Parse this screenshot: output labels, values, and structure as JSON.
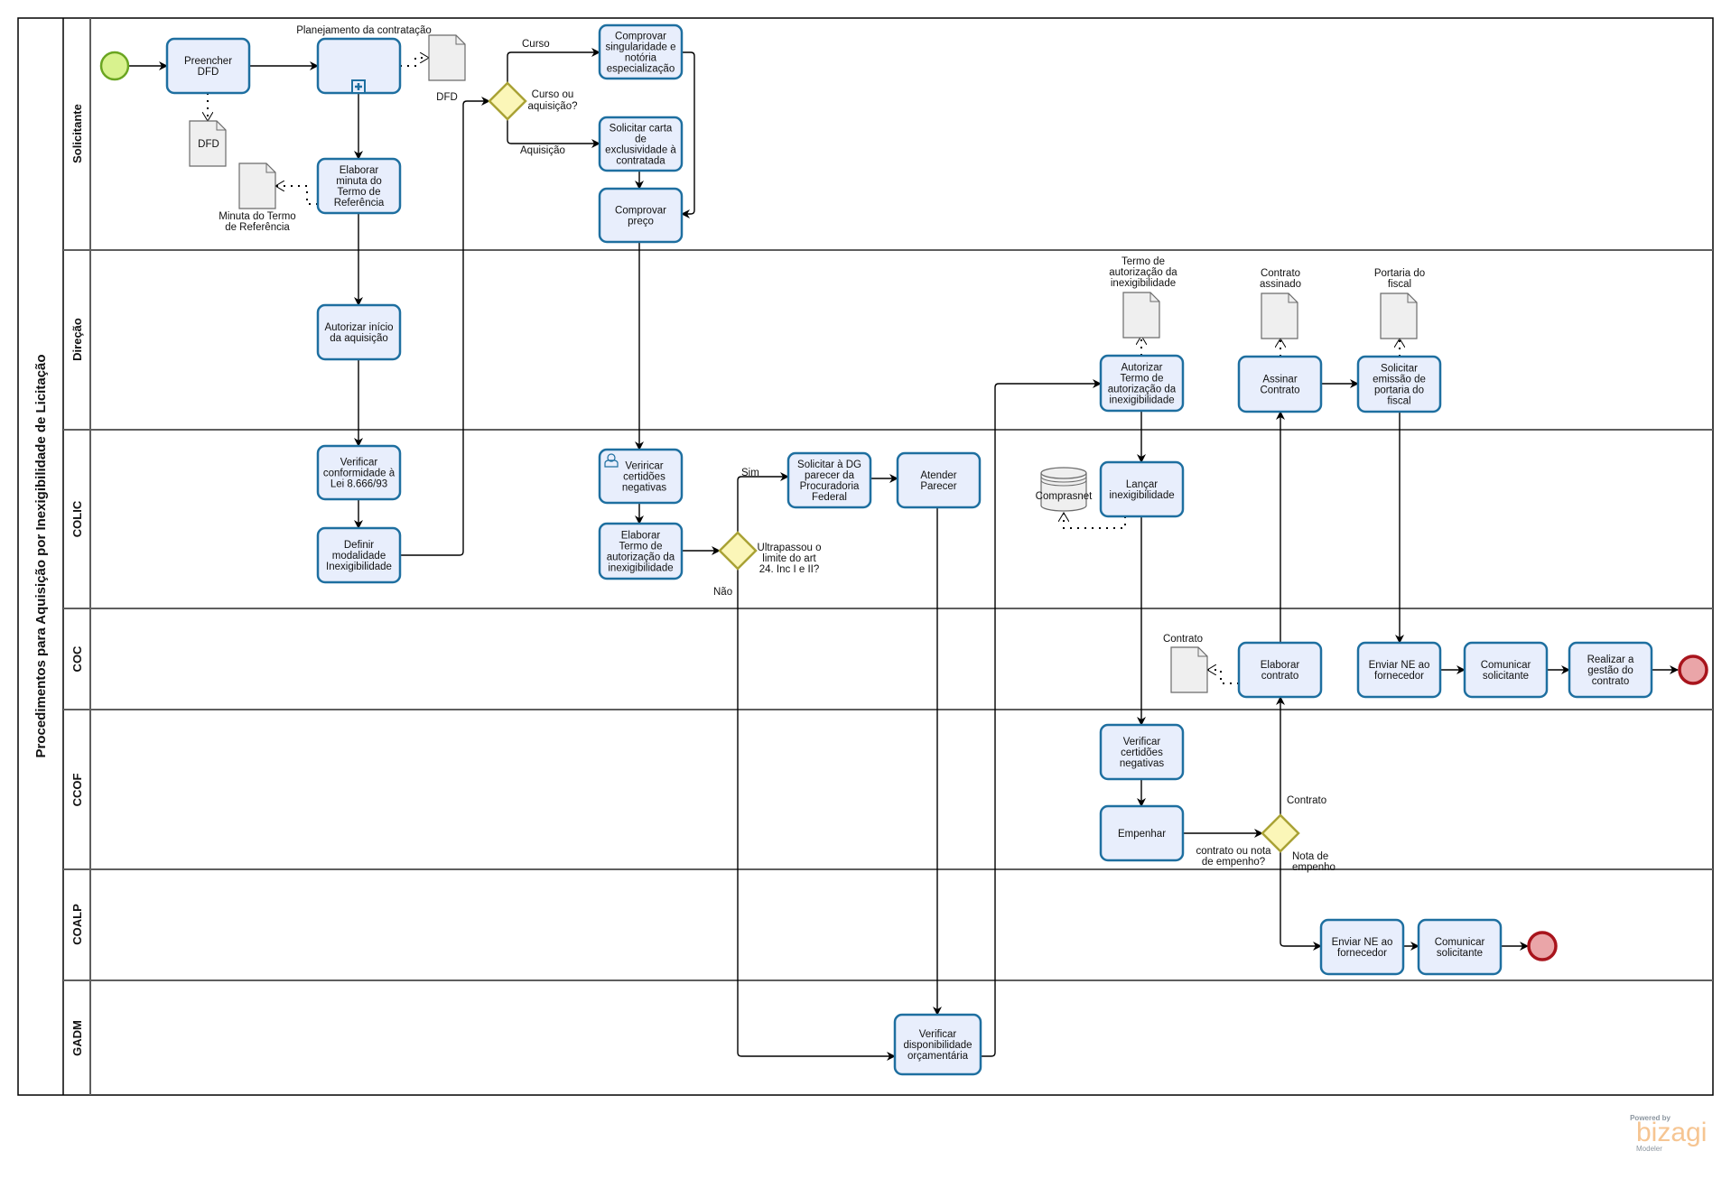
{
  "pool": {
    "title": "Procedimentos para Aquisição por Inexigibilidade de Licitação"
  },
  "lanes": [
    {
      "id": "solicitante",
      "label": "Solicitante"
    },
    {
      "id": "direcao",
      "label": "Direção"
    },
    {
      "id": "colic",
      "label": "COLIC"
    },
    {
      "id": "coc",
      "label": "COC"
    },
    {
      "id": "ccof",
      "label": "CCOF"
    },
    {
      "id": "coalp",
      "label": "COALP"
    },
    {
      "id": "gadm",
      "label": "GADM"
    }
  ],
  "tasks": {
    "preencher_dfd": [
      "Preencher",
      "DFD"
    ],
    "planejamento": [],
    "planejamento_title": "Planejamento da contratação",
    "elaborar_minuta": [
      "Elaborar",
      "minuta do",
      "Termo de",
      "Referência"
    ],
    "comprovar_singularidade": [
      "Comprovar",
      "singularidade e",
      "notória",
      "especialização"
    ],
    "solicitar_carta": [
      "Solicitar carta",
      "de",
      "exclusividade à",
      "contratada"
    ],
    "comprovar_preco": [
      "Comprovar",
      "preço"
    ],
    "autorizar_inicio": [
      "Autorizar início",
      "da aquisição"
    ],
    "verificar_conformidade": [
      "Verificar",
      "conformidade à",
      "Lei 8.666/93"
    ],
    "definir_modalidade": [
      "Definir",
      "modalidade",
      "Inexigibilidade"
    ],
    "verificar_certidoes_colic": [
      "Veriricar",
      "certidões",
      "negativas"
    ],
    "elaborar_termo": [
      "Elaborar",
      "Termo de",
      "autorização da",
      "inexigibilidade"
    ],
    "solicitar_dg": [
      "Solicitar à DG",
      "parecer da",
      "Procuradoria",
      "Federal"
    ],
    "atender_parecer": [
      "Atender",
      "Parecer"
    ],
    "autorizar_termo": [
      "Autorizar",
      "Termo de",
      "autorização da",
      "inexigibilidade"
    ],
    "lancar": [
      "Lançar",
      "inexigibilidade"
    ],
    "assinar_contrato": [
      "Assinar",
      "Contrato"
    ],
    "solicitar_portaria": [
      "Solicitar",
      "emissão de",
      "portaria do",
      "fiscal"
    ],
    "elaborar_contrato": [
      "Elaborar",
      "contrato"
    ],
    "enviar_ne_coc": [
      "Enviar NE ao",
      "fornecedor"
    ],
    "comunicar_coc": [
      "Comunicar",
      "solicitante"
    ],
    "realizar_gestao": [
      "Realizar a",
      "gestão do",
      "contrato"
    ],
    "verificar_certidoes_ccof": [
      "Verificar",
      "certidões",
      "negativas"
    ],
    "empenhar": [
      "Empenhar"
    ],
    "enviar_ne_coalp": [
      "Enviar NE ao",
      "fornecedor"
    ],
    "comunicar_coalp": [
      "Comunicar",
      "solicitante"
    ],
    "verificar_disponibilidade": [
      "Verificar",
      "disponibilidade",
      "orçamentária"
    ]
  },
  "gateways": {
    "curso_aquisicao": [
      "Curso ou",
      "aquisição?"
    ],
    "ultrapassou": [
      "Ultrapassou o",
      "limite do art",
      "24. Inc I  e II?"
    ],
    "contrato_nota": [
      "contrato ou nota",
      "de empenho?"
    ]
  },
  "flow_labels": {
    "curso": "Curso",
    "aquisicao": "Aquisição",
    "sim": "Sim",
    "nao": "Não",
    "contrato": "Contrato",
    "nota_empenho": [
      "Nota de",
      "empenho"
    ]
  },
  "artifacts": {
    "dfd_below": "DFD",
    "dfd_right": "DFD",
    "minuta": [
      "Minuta do Termo",
      "de Referência"
    ],
    "termo_autorizacao": [
      "Termo de",
      "autorização da",
      "inexigibilidade"
    ],
    "contrato_assinado": [
      "Contrato",
      "assinado"
    ],
    "portaria_fiscal": [
      "Portaria do",
      "fiscal"
    ],
    "contrato_doc": "Contrato",
    "comprasnet": "Comprasnet"
  },
  "branding": {
    "powered": "Powered by",
    "name": "bizagi",
    "sub": "Modeler"
  },
  "colors": {
    "task_fill": "#e8eefc",
    "task_stroke": "#1e6fa0",
    "gateway_fill": "#fbf6b8",
    "start_fill": "#d8f28e",
    "end_fill": "#eaa5a8",
    "end_stroke": "#a8141c"
  }
}
